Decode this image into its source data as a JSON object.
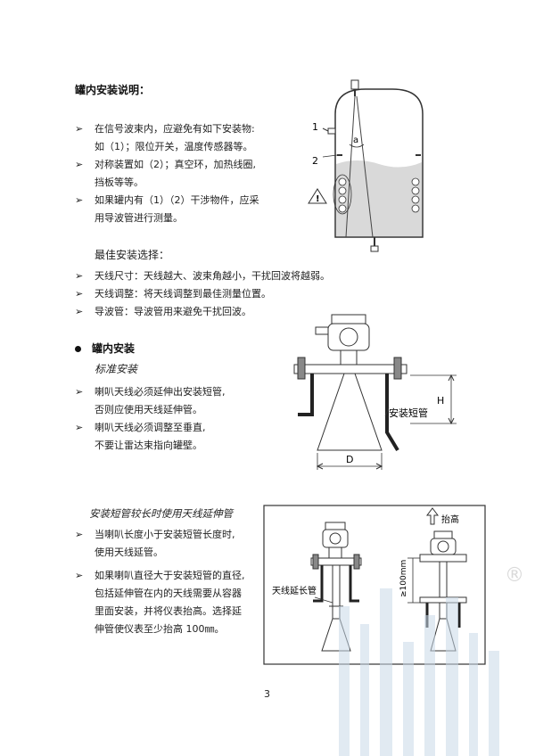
{
  "section1": {
    "title": "罐内安装说明：",
    "bullets": [
      {
        "lines": [
          "在信号波束内，应避免有如下安装物:",
          "如（1）；限位开关，温度传感器等。"
        ]
      },
      {
        "lines": [
          "对称装置如（2）；真空环，加热线圈,",
          "挡板等等。"
        ]
      },
      {
        "lines": [
          "如果罐内有（1）（2）干涉物件，应采",
          "用导波管进行测量。"
        ]
      }
    ],
    "figure": {
      "label1": "1",
      "label2": "2",
      "angle_label": "a",
      "warn_symbol": "!"
    }
  },
  "best": {
    "title": "最佳安装选择：",
    "bullets": [
      "天线尺寸：天线越大、波束角越小，干扰回波将越弱。",
      "天线调整：将天线调整到最佳测量位置。",
      "导波管：导波管用来避免干扰回波。"
    ]
  },
  "section2": {
    "title": "罐内安装",
    "subtitle": "标准安装",
    "bullets": [
      {
        "lines": [
          "喇叭天线必须延伸出安装短管,",
          "否则应使用天线延伸管。"
        ]
      },
      {
        "lines": [
          "喇叭天线必须调整至垂直,",
          "不要让雷达束指向罐壁。"
        ]
      }
    ],
    "figure": {
      "short_pipe_label": "安装短管",
      "h_label": "H",
      "d_label": "D"
    }
  },
  "section3": {
    "subtitle": "安装短管较长时使用天线延伸管",
    "bullets": [
      {
        "lines": [
          "当喇叭长度小于安装短管长度时,",
          "使用天线延管。"
        ]
      },
      {
        "lines": [
          "如果喇叭直径大于安装短管的直径,",
          "包括延伸管在内的天线需要从容器",
          "里面安装，并将仪表抬高。选择延",
          "伸管使仪表至少抬高 100㎜。"
        ]
      }
    ],
    "figure": {
      "lift_label": "抬高",
      "ext_label": "天线延长管",
      "dim_label": "≥100mm"
    }
  },
  "watermark": {
    "registered_mark": "®"
  },
  "page_number": "3"
}
